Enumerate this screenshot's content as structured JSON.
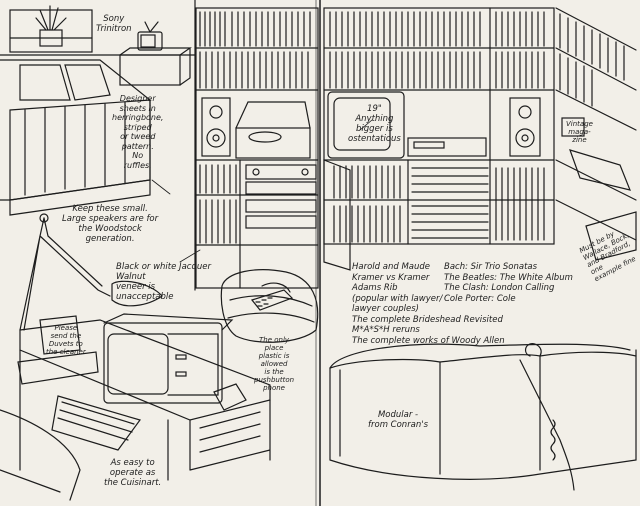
{
  "annotations": {
    "sony": "Sony\nTrinitron",
    "sheets": "Designer\nsheets in\nherringbone,\nstriped\nor tweed\npattern.\nNo\nruffles.",
    "speakers": "Keep these small.\nLarge speakers are for\nthe Woodstock\ngeneration.",
    "jacquer": "Black or white Jacquer\nWalnut\nveneer is\nunacceptable",
    "tv19": "19\"\nAnything\nbigger is\nostentatious",
    "note": "Please\nsend the\nDuvets to\nthe cleaner",
    "phone": "The only\nplace\nplastic is\nallowed\nis the\npushbutton\nphone",
    "cuisinart": "As easy to\noperate as\nthe Cuisinart.",
    "modular": "Modular -\nfrom Conran's",
    "tape_label": "Vintage\nmaga-\nzine",
    "bookshelf_note": "Must be by\nWallace, Bock,\nand Bradford, one\nexample fine"
  },
  "tapes_left": [
    "Harold and Maude",
    "Kramer vs Kramer",
    "Adams Rib",
    "(popular with lawyer/",
    "lawyer couples)",
    "The complete Brideshead Revisited",
    "M*A*S*H reruns",
    "The complete works of Woody Allen"
  ],
  "tapes_right": [
    "Bach: Sir Trio Sonatas",
    "The Beatles: The White Album",
    "The Clash: London Calling",
    "Cole Porter: Cole"
  ],
  "palette": {
    "paper": "#f2efe8",
    "ink": "#1d1d1d"
  }
}
